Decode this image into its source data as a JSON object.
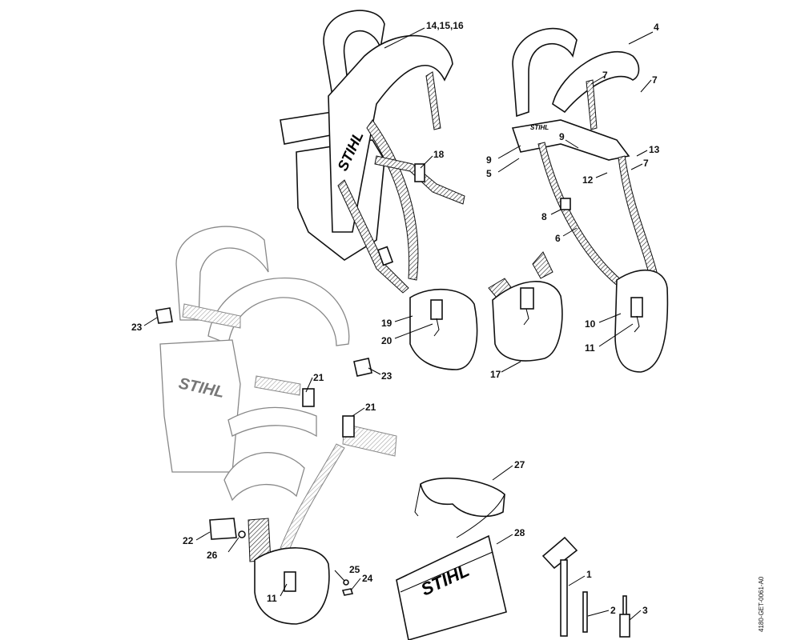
{
  "brand_text": "STIHL",
  "document_id": "4180-GET-0061-A0",
  "callouts": [
    "14,15,16",
    "4",
    "7",
    "7",
    "9",
    "9",
    "5",
    "18",
    "13",
    "7",
    "12",
    "8",
    "6",
    "19",
    "20",
    "17",
    "10",
    "11",
    "23",
    "23",
    "21",
    "21",
    "22",
    "26",
    "25",
    "24",
    "11",
    "27",
    "28",
    "1",
    "2",
    "3"
  ],
  "components": {
    "harness_1": "full-harness-14-15-16",
    "harness_2": "shoulder-harness-4",
    "harness_3": "comfort-harness",
    "hip_pad": "hip-pad-17",
    "glasses": "safety-glasses-27",
    "tool_pouch": "tool-pouch-28",
    "combination_wrench": "combination-wrench-1",
    "pin": "locking-pin-2",
    "screwdriver": "screwdriver-3"
  }
}
